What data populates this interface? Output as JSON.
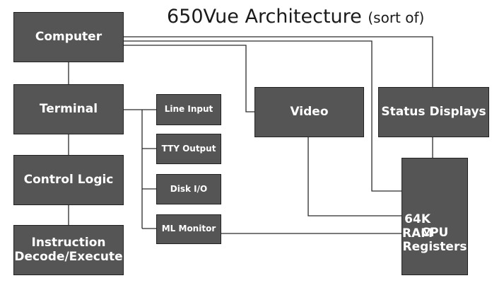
{
  "title": {
    "main": "650Vue Architecture",
    "sub": "(sort of)"
  },
  "colors": {
    "box_fill": "#555555",
    "box_text": "#ffffff",
    "wire": "#2b2b2b",
    "title_text": "#1a1a1a"
  },
  "boxes": {
    "computer": "Computer",
    "terminal": "Terminal",
    "control_logic": "Control Logic",
    "instruction": "Instruction\nDecode/Execute",
    "line_input": "Line Input",
    "tty_output": "TTY Output",
    "disk_io": "Disk I/O",
    "ml_monitor": "ML Monitor",
    "video": "Video",
    "status_displays": "Status Displays",
    "ram": "64K\nRAM",
    "cpu": "CPU\nRegisters"
  }
}
